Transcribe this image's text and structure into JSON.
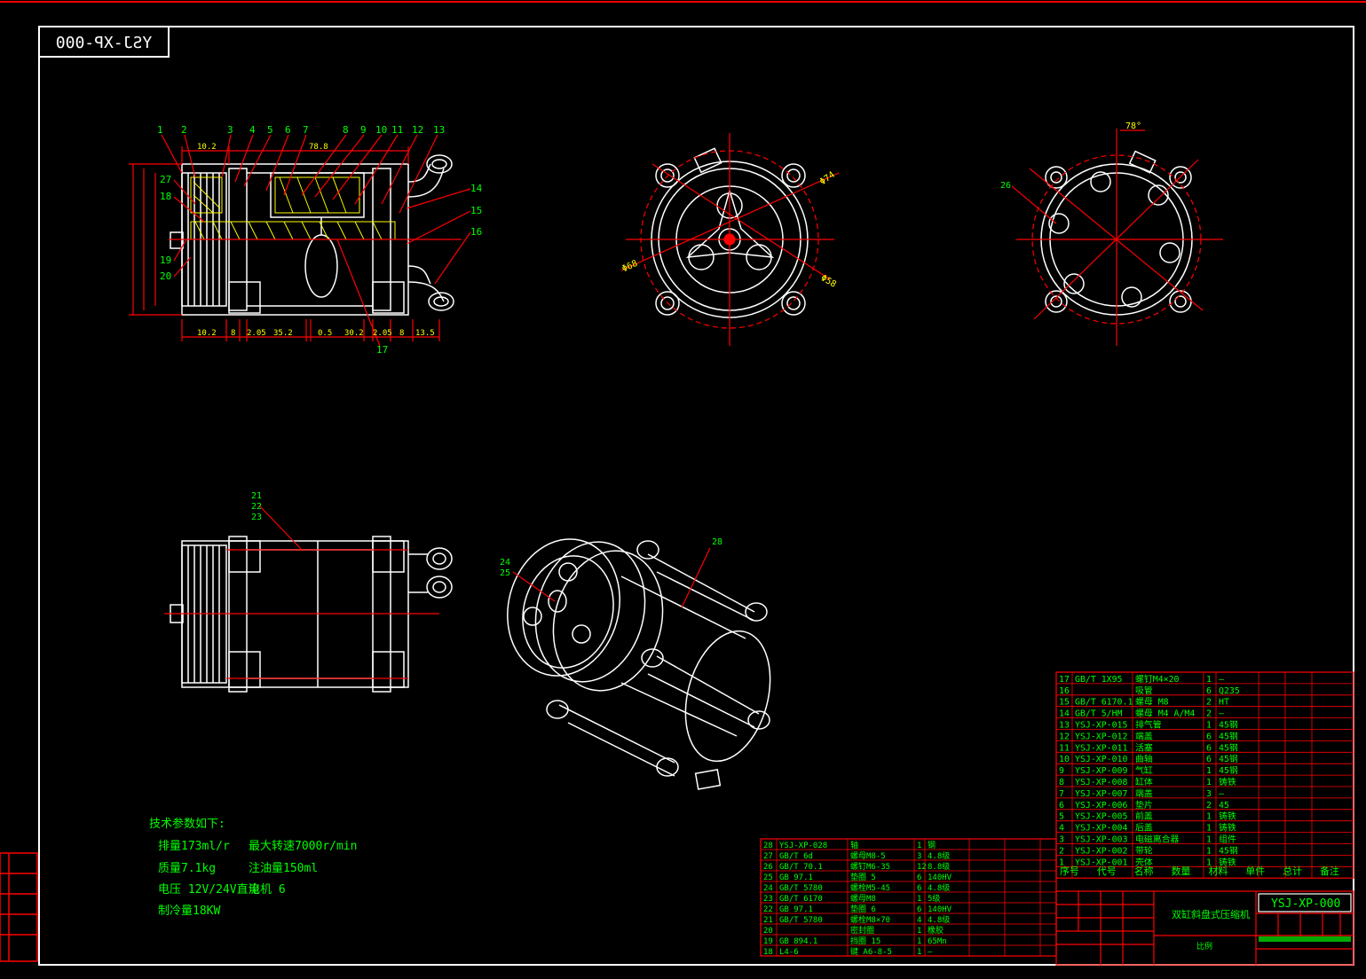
{
  "drawing_number": "YSJ-XP-000",
  "drawing_number_flipped": "YSJ-XP-000",
  "colors": {
    "background": "#000000",
    "lines": "#ffffff",
    "dimensions": "#ff0000",
    "text": "#00ff00"
  },
  "front_view": {
    "balloons_top": [
      "1",
      "2",
      "3",
      "4",
      "5",
      "6",
      "7",
      "8",
      "9",
      "10",
      "11",
      "12",
      "13"
    ],
    "balloons_right": [
      "14",
      "15",
      "16"
    ],
    "balloons_left": [
      "27",
      "18",
      "19",
      "20"
    ],
    "balloon_bottom": "17",
    "dim_top": [
      "10.2",
      "78.8"
    ],
    "dim_bottom": [
      "10.2",
      "8",
      "2.05",
      "35.2",
      "0.5",
      "30.2",
      "2.05",
      "8",
      "13.5"
    ]
  },
  "end_view_1": {
    "dims": [
      "Φ74",
      "Φ68",
      "Φ58"
    ]
  },
  "end_view_2": {
    "angle": "78°",
    "balloon": "26"
  },
  "side_view": {
    "balloons": [
      "21",
      "22",
      "23"
    ]
  },
  "iso_view": {
    "balloons_left": [
      "24",
      "25"
    ],
    "balloon_right": "28"
  },
  "tech_specs": {
    "title": "技术参数如下:",
    "line1a": "排量173ml/r",
    "line1b": "最大转速7000r/min",
    "line2a": "质量7.1kg",
    "line2b": "注油量150ml",
    "line3a": "电压 12V/24V直流",
    "line3b": "电机 6",
    "line4a": "制冷量18KW"
  },
  "bom_upper": [
    [
      "17",
      "GB/T 1X95",
      "螺钉M4×20",
      "1",
      "—"
    ],
    [
      "16",
      "",
      "吸管",
      "6",
      "Q235"
    ],
    [
      "15",
      "GB/T 6170.1",
      "螺母 M8",
      "2",
      "HT"
    ],
    [
      "14",
      "GB/T 5/HM",
      "螺母 M4 A/M4",
      "2",
      "—"
    ],
    [
      "13",
      "YSJ-XP-015",
      "排气管",
      "1",
      "45钢"
    ],
    [
      "12",
      "YSJ-XP-012",
      "端盖",
      "6",
      "45钢"
    ],
    [
      "11",
      "YSJ-XP-011",
      "活塞",
      "6",
      "45钢"
    ],
    [
      "10",
      "YSJ-XP-010",
      "曲轴",
      "6",
      "45钢"
    ],
    [
      "9",
      "YSJ-XP-009",
      "气缸",
      "1",
      "45钢"
    ],
    [
      "8",
      "YSJ-XP-008",
      "缸体",
      "1",
      "铸铁"
    ],
    [
      "7",
      "YSJ-XP-007",
      "端盖",
      "3",
      "—"
    ],
    [
      "6",
      "YSJ-XP-006",
      "垫片",
      "2",
      "45"
    ],
    [
      "5",
      "YSJ-XP-005",
      "前盖",
      "1",
      "铸铁"
    ],
    [
      "4",
      "YSJ-XP-004",
      "后盖",
      "1",
      "铸铁"
    ],
    [
      "3",
      "YSJ-XP-003",
      "电磁离合器",
      "1",
      "组件"
    ],
    [
      "2",
      "YSJ-XP-002",
      "带轮",
      "1",
      "45钢"
    ],
    [
      "1",
      "YSJ-XP-001",
      "壳体",
      "1",
      "铸铁"
    ]
  ],
  "bom_upper_header": [
    "序号",
    "代号",
    "名称",
    "数量",
    "材料",
    "单件",
    "总计",
    "备注"
  ],
  "bom_lower": [
    [
      "28",
      "YSJ-XP-028",
      "轴",
      "1",
      "钢"
    ],
    [
      "27",
      "GB/T 6d",
      "螺母M8-5",
      "3",
      "4.8级"
    ],
    [
      "26",
      "GB/T 70.1",
      "螺钉M6-35",
      "12",
      "8.8级"
    ],
    [
      "25",
      "GB 97.1",
      "垫圈 5",
      "6",
      "140HV"
    ],
    [
      "24",
      "GB/T 5780",
      "螺栓M5-45",
      "6",
      "4.8级"
    ],
    [
      "23",
      "GB/T 6170",
      "螺母M8",
      "1",
      "5级"
    ],
    [
      "22",
      "GB 97.1",
      "垫圈 6",
      "6",
      "140HV"
    ],
    [
      "21",
      "GB/T 5780",
      "螺栓M8×70",
      "4",
      "4.8级"
    ],
    [
      "20",
      "",
      "密封圈",
      "1",
      "橡胶"
    ],
    [
      "19",
      "GB 894.1",
      "挡圈 15",
      "1",
      "65Mn"
    ],
    [
      "18",
      "L4-6",
      "键 A6-8-5",
      "1",
      "—"
    ]
  ],
  "title_block": {
    "title": "双缸斜盘式压缩机",
    "number": "YSJ-XP-000",
    "unit": "比例"
  }
}
